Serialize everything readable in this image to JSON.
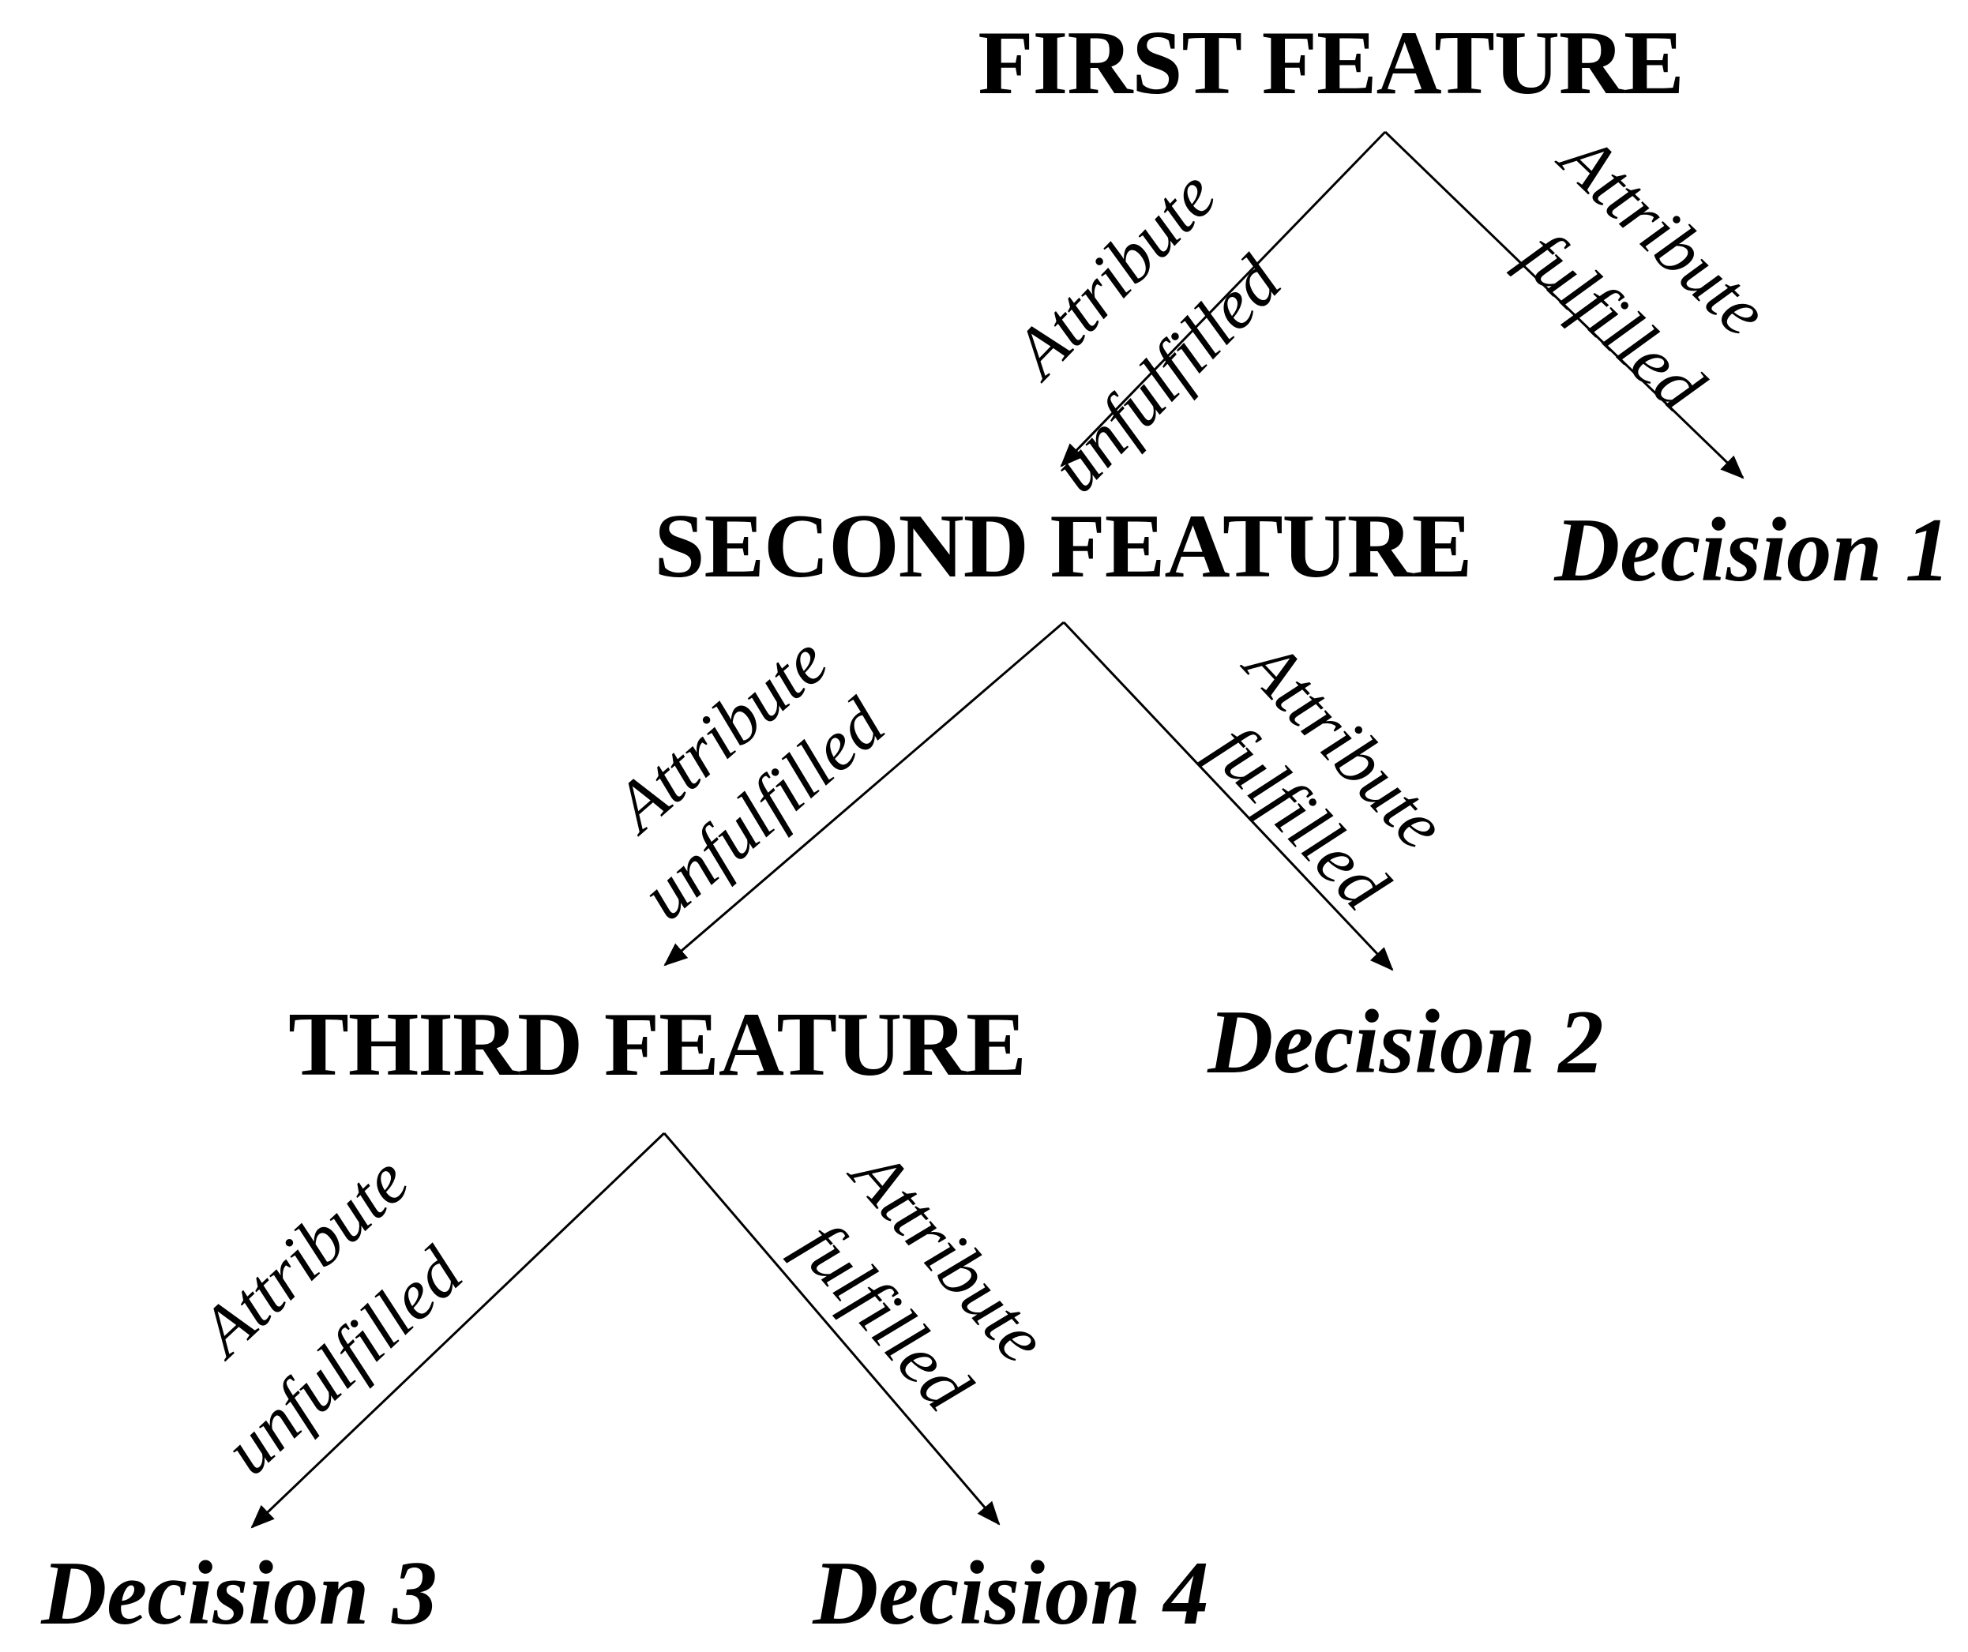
{
  "diagram": {
    "background_color": "#ffffff",
    "text_color": "#000000",
    "line_color": "#000000",
    "nodes": [
      {
        "id": "first-feature",
        "label": "FIRST FEATURE",
        "type": "feature"
      },
      {
        "id": "second-feature",
        "label": "SECOND FEATURE",
        "type": "feature"
      },
      {
        "id": "third-feature",
        "label": "THIRD FEATURE",
        "type": "feature"
      },
      {
        "id": "decision-1",
        "label": "Decision 1",
        "type": "decision"
      },
      {
        "id": "decision-2",
        "label": "Decision 2",
        "type": "decision"
      },
      {
        "id": "decision-3",
        "label": "Decision 3",
        "type": "decision"
      },
      {
        "id": "decision-4",
        "label": "Decision 4",
        "type": "decision"
      }
    ],
    "edges": [
      {
        "from": "first-feature",
        "to": "second-feature",
        "label_line1": "Attribute",
        "label_line2": "unfulfilled"
      },
      {
        "from": "first-feature",
        "to": "decision-1",
        "label_line1": "Attribute",
        "label_line2": "fulfilled"
      },
      {
        "from": "second-feature",
        "to": "third-feature",
        "label_line1": "Attribute",
        "label_line2": "unfulfilled"
      },
      {
        "from": "second-feature",
        "to": "decision-2",
        "label_line1": "Attribute",
        "label_line2": "fulfilled"
      },
      {
        "from": "third-feature",
        "to": "decision-3",
        "label_line1": "Attribute",
        "label_line2": "unfulfilled"
      },
      {
        "from": "third-feature",
        "to": "decision-4",
        "label_line1": "Attribute",
        "label_line2": "fulfilled"
      }
    ]
  }
}
